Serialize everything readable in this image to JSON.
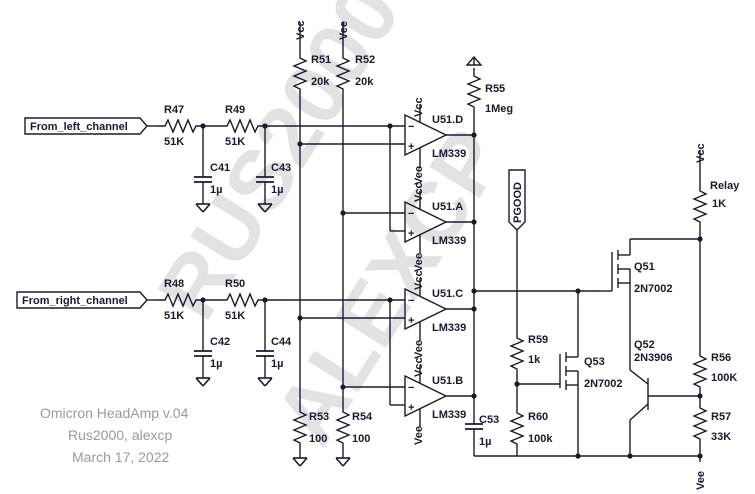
{
  "schematic": {
    "inputs": {
      "left": "From_left_channel",
      "right": "From_right_channel"
    },
    "supply_labels": {
      "vcc_r51": "Vcc",
      "vee_r52": "Vee",
      "vcc_relay": "Vcc",
      "vee_bottom": "Vee"
    },
    "resistors": {
      "r47": {
        "ref": "R47",
        "val": "51K"
      },
      "r49": {
        "ref": "R49",
        "val": "51K"
      },
      "r48": {
        "ref": "R48",
        "val": "51K"
      },
      "r50": {
        "ref": "R50",
        "val": "51K"
      },
      "r51": {
        "ref": "R51",
        "val": "20k"
      },
      "r52": {
        "ref": "R52",
        "val": "20k"
      },
      "r53": {
        "ref": "R53",
        "val": "100"
      },
      "r54": {
        "ref": "R54",
        "val": "100"
      },
      "r55": {
        "ref": "R55",
        "val": "1Meg"
      },
      "r59": {
        "ref": "R59",
        "val": "1k"
      },
      "r60": {
        "ref": "R60",
        "val": "100k"
      },
      "r56": {
        "ref": "R56",
        "val": "100K"
      },
      "r57": {
        "ref": "R57",
        "val": "33K"
      },
      "relay": {
        "ref": "Relay",
        "val": "1K"
      }
    },
    "capacitors": {
      "c41": {
        "ref": "C41",
        "val": "1µ"
      },
      "c43": {
        "ref": "C43",
        "val": "1µ"
      },
      "c42": {
        "ref": "C42",
        "val": "1µ"
      },
      "c44": {
        "ref": "C44",
        "val": "1µ"
      },
      "c53": {
        "ref": "C53",
        "val": "1µ"
      }
    },
    "comparators": {
      "d": {
        "ref": "U51.D",
        "part": "LM339"
      },
      "a": {
        "ref": "U51.A",
        "part": "LM339"
      },
      "c": {
        "ref": "U51.C",
        "part": "LM339"
      },
      "b": {
        "ref": "U51.B",
        "part": "LM339"
      }
    },
    "comparator_pins": {
      "vcc": "Vcc",
      "vee": "Vee"
    },
    "transistors": {
      "q51": {
        "ref": "Q51",
        "part": "2N7002"
      },
      "q53": {
        "ref": "Q53",
        "part": "2N7002"
      },
      "q52": {
        "ref": "Q52",
        "part": "2N3906"
      }
    },
    "pgood": "PGOOD",
    "credits": {
      "line1": "Omicron HeadAmp v.04",
      "line2": "Rus2000, alexcp",
      "line3": "March 17, 2022"
    },
    "watermark": {
      "line1": "RUS2000",
      "line2": "ALEXCP"
    }
  }
}
